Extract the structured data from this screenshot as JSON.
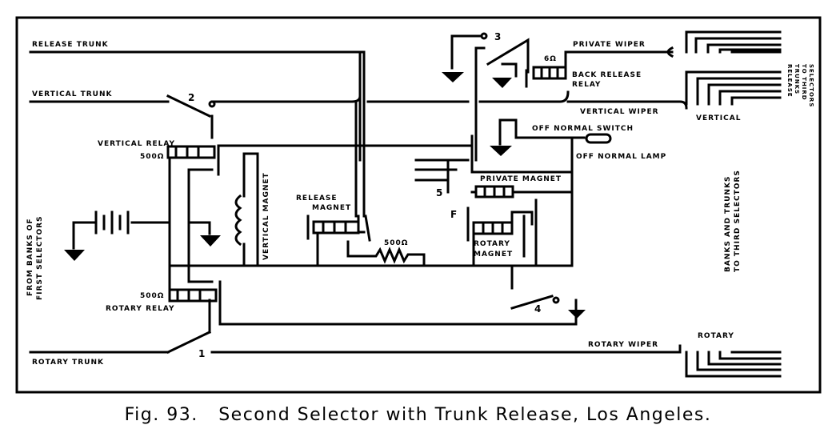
{
  "labels": {
    "release_trunk": "RELEASE TRUNK",
    "vertical_trunk": "VERTICAL TRUNK",
    "rotary_trunk": "ROTARY TRUNK",
    "vertical_relay": "VERTICAL RELAY",
    "rotary_relay": "ROTARY RELAY",
    "vr_ohms": "500Ω",
    "rr_ohms": "500Ω",
    "from_banks_1": "FROM BANKS OF",
    "from_banks_2": "FIRST SELECTORS",
    "vertical_magnet": "VERTICAL MAGNET",
    "release_magnet_1": "RELEASE",
    "release_magnet_2": "MAGNET",
    "resistor_ohms": "500Ω",
    "rotary_magnet_1": "ROTARY",
    "rotary_magnet_2": "MAGNET",
    "private_magnet": "PRIVATE MAGNET",
    "off_normal_switch": "OFF NORMAL SWITCH",
    "off_normal_lamp": "OFF NORMAL LAMP",
    "back_release_relay_1": "BACK RELEASE",
    "back_release_relay_2": "RELAY",
    "brr_ohms": "6Ω",
    "private_wiper": "PRIVATE WIPER",
    "vertical_wiper": "VERTICAL WIPER",
    "rotary_wiper": "ROTARY WIPER",
    "vertical_bank": "VERTICAL",
    "rotary_bank": "ROTARY",
    "release_trunks_1": "RELEASE",
    "release_trunks_2": "TRUNKS",
    "release_trunks_3": "TO THIRD",
    "release_trunks_4": "SELECTORS",
    "banks_trunks_1": "BANKS AND TRUNKS",
    "banks_trunks_2": "TO THIRD SELECTORS",
    "switch_1": "1",
    "switch_2": "2",
    "switch_3": "3",
    "switch_4": "4",
    "contact_5": "5",
    "contact_f": "F"
  },
  "caption": "Fig. 93.   Second Selector with Trunk Release, Los Angeles."
}
